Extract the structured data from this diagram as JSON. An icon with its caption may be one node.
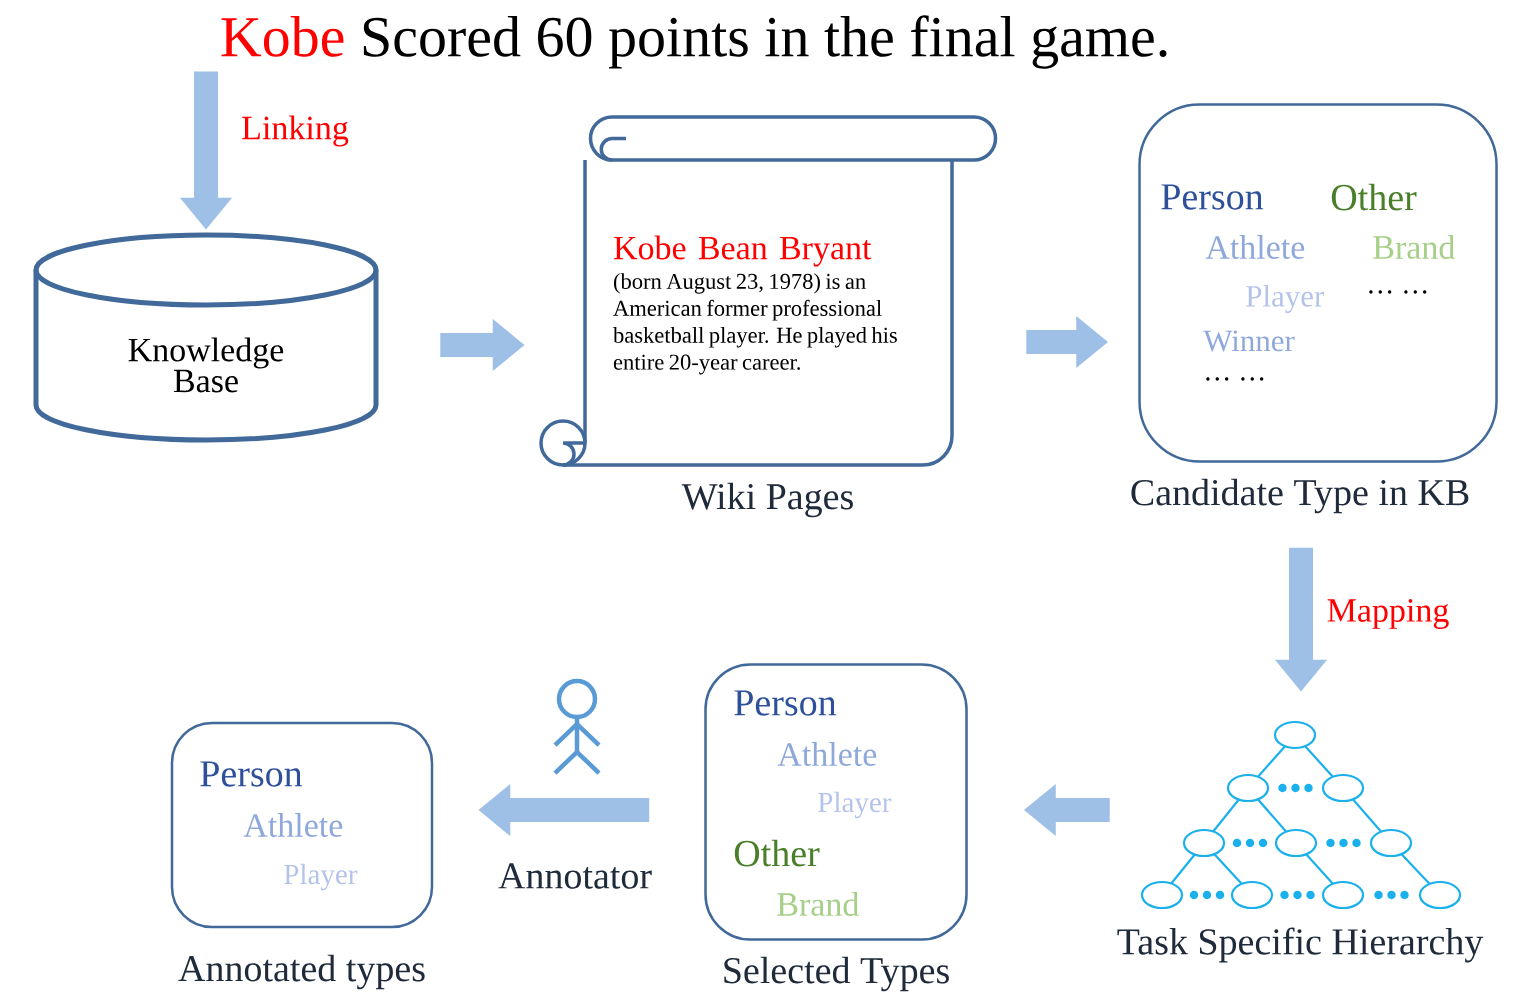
{
  "diagram": {
    "nodes": [
      {
        "text": [
          "Kobe",
          "Scored 60 points in the final game."
        ]
      },
      {
        "text": [
          "Knowledge Base"
        ]
      },
      {
        "text": [
          "Kobe Bean Bryant",
          "(born August 23, 1978) is an American former professional basketball player. He played his entire 20-year career."
        ],
        "beside": [
          "Wiki Pages"
        ]
      },
      {
        "text": [
          "Person",
          "Other",
          "Athlete",
          "Brand",
          "Player",
          "… …",
          "Winner",
          "… …"
        ],
        "beside": [
          "Candidate Type in KB"
        ]
      },
      {
        "text": [],
        "shape": "tree",
        "beside": [
          "Task Specific Hierarchy"
        ]
      },
      {
        "text": [
          "Person",
          "Athlete",
          "Player",
          "Other",
          "Brand"
        ],
        "beside": [
          "Selected Types"
        ]
      },
      {
        "text": [],
        "shape": "person"
      },
      {
        "text": [
          "Person",
          "Athlete",
          "Player"
        ],
        "beside": [
          "Annotated types"
        ]
      }
    ],
    "edges": [
      {
        "from": 0,
        "to": 1,
        "arrow": "to",
        "label": "Linking"
      },
      {
        "from": 1,
        "to": 2,
        "arrow": "to"
      },
      {
        "from": 2,
        "to": 3,
        "arrow": "to"
      },
      {
        "from": 3,
        "to": 4,
        "arrow": "to",
        "label": "Mapping"
      },
      {
        "from": 4,
        "to": 5,
        "arrow": "to"
      },
      {
        "from": 5,
        "to": 7,
        "arrow": "to",
        "label": "Annotator"
      }
    ]
  }
}
